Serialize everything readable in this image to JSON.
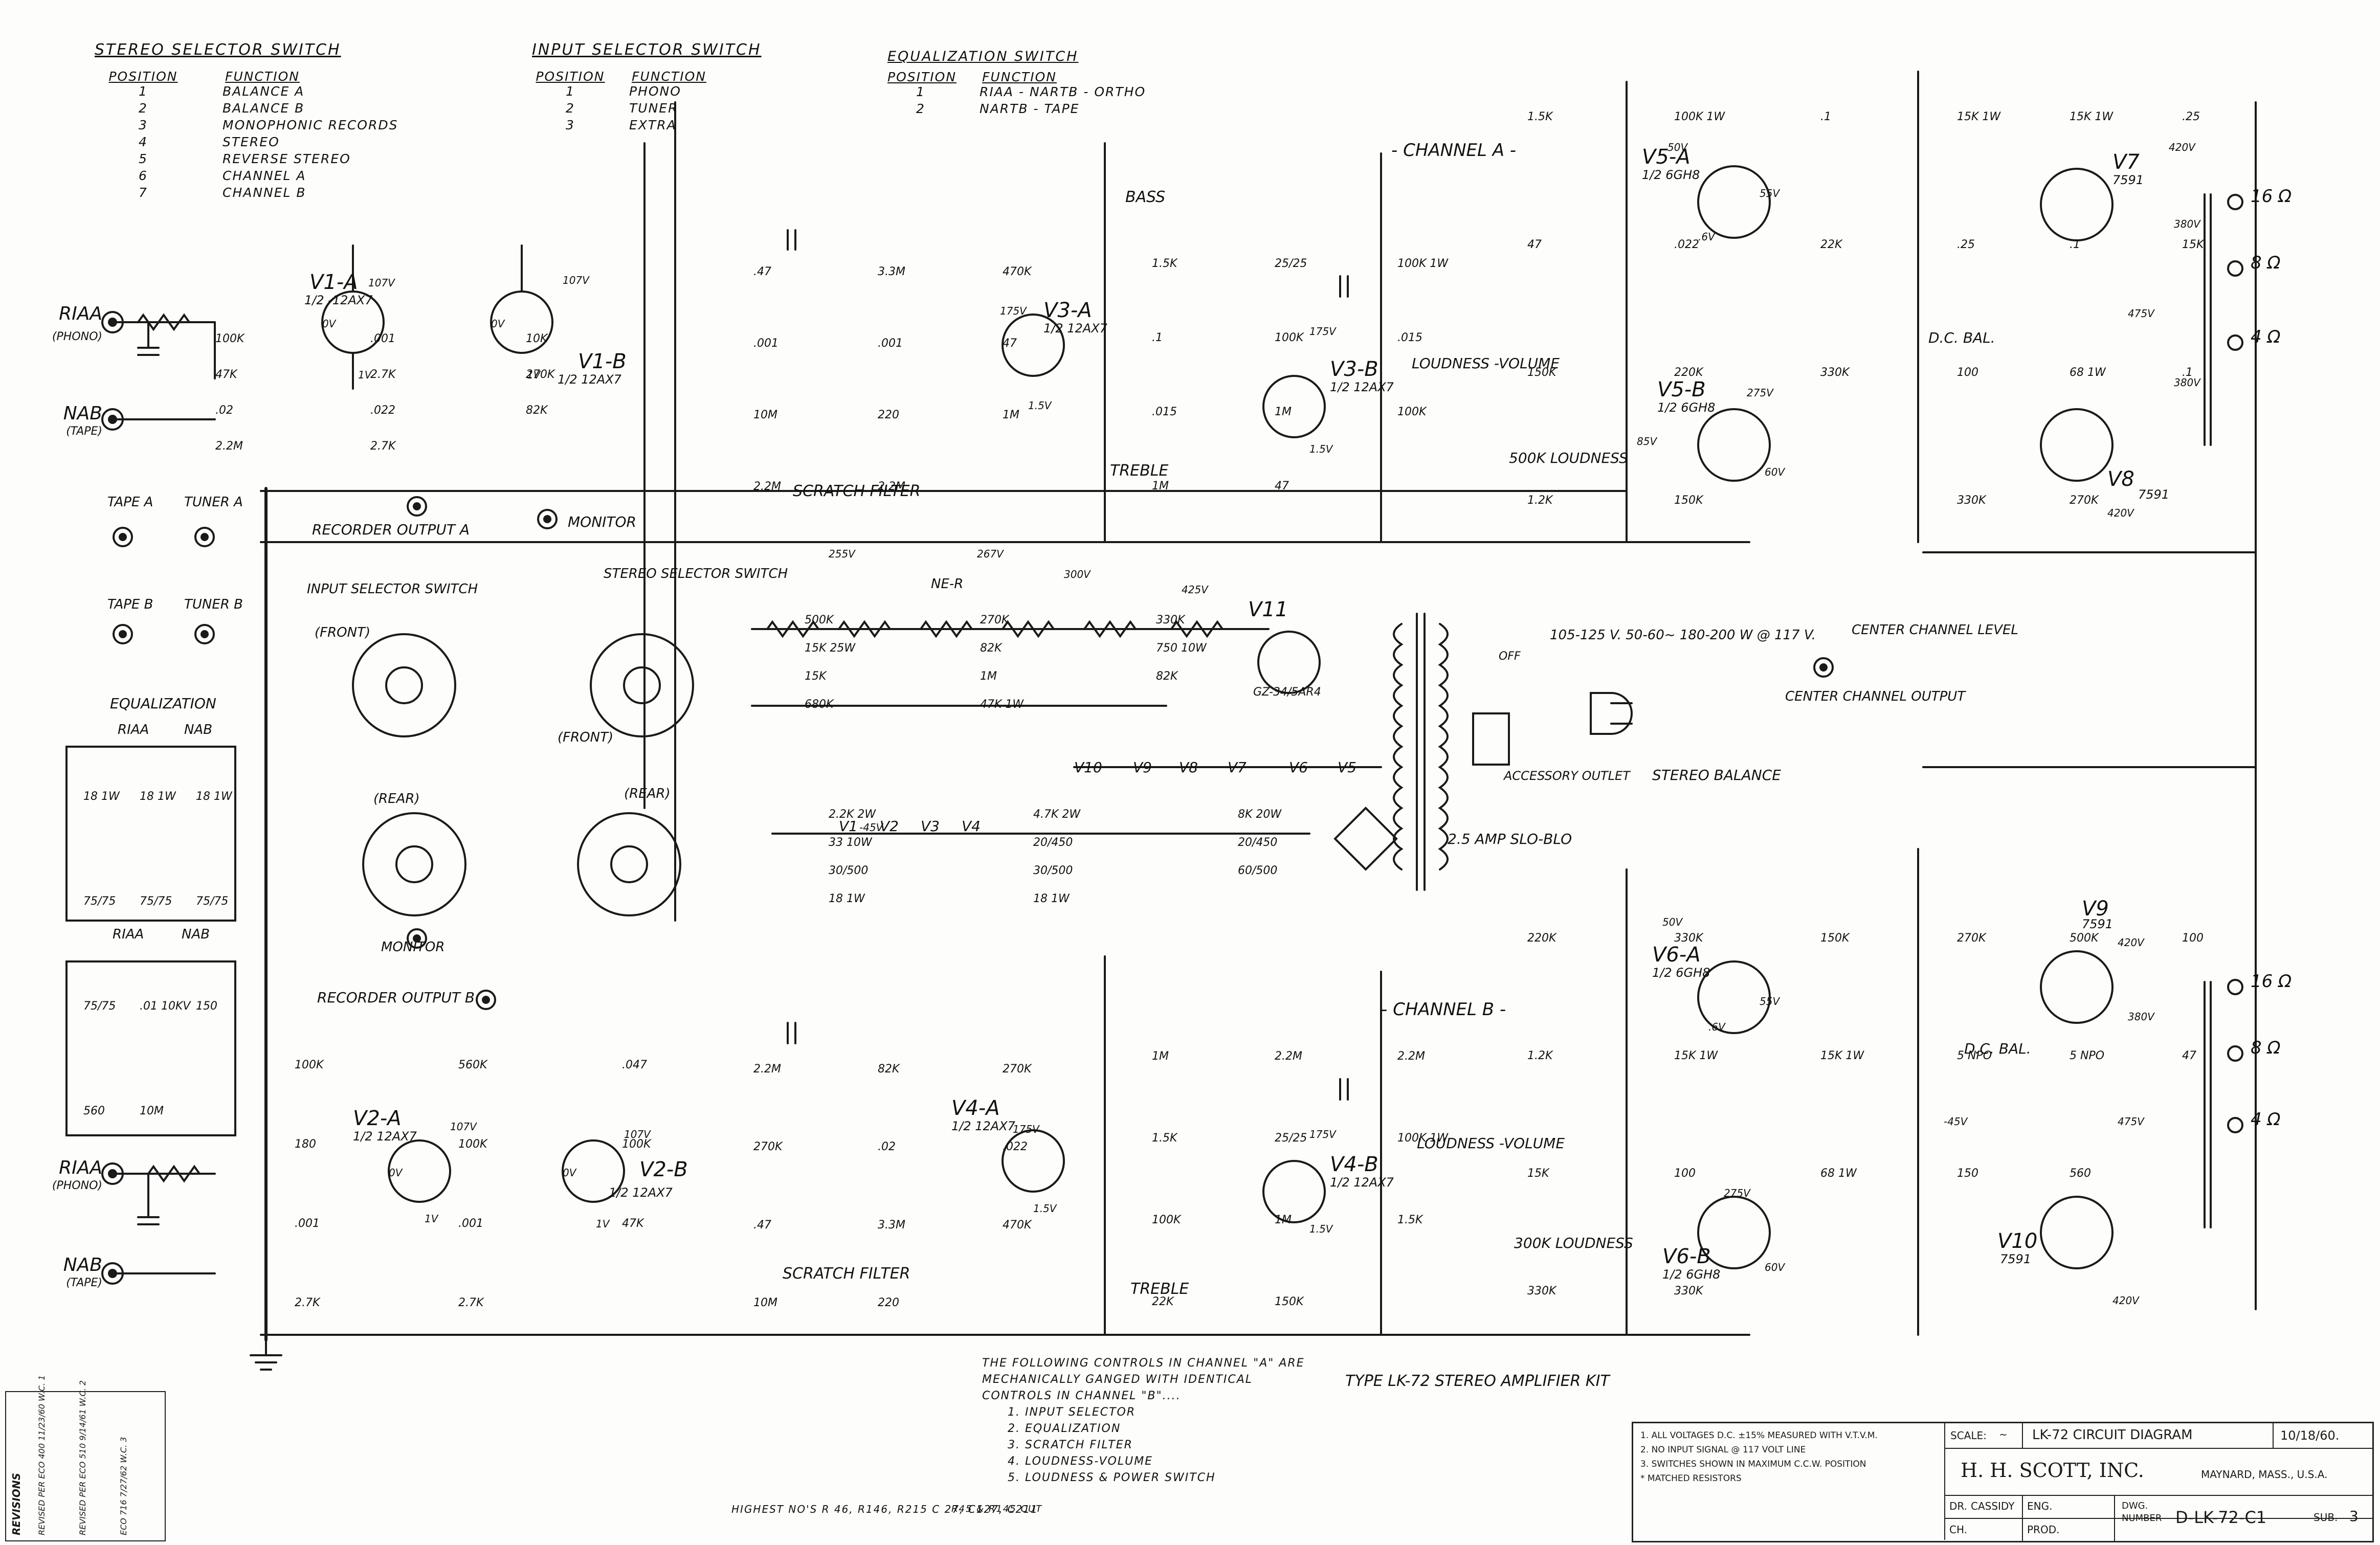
{
  "stereo_selector_table": {
    "title": "STEREO SELECTOR SWITCH",
    "col_position": "POSITION",
    "col_function": "FUNCTION",
    "rows": [
      {
        "pos": "1",
        "fn": "BALANCE A"
      },
      {
        "pos": "2",
        "fn": "BALANCE B"
      },
      {
        "pos": "3",
        "fn": "MONOPHONIC RECORDS"
      },
      {
        "pos": "4",
        "fn": "STEREO"
      },
      {
        "pos": "5",
        "fn": "REVERSE STEREO"
      },
      {
        "pos": "6",
        "fn": "CHANNEL A"
      },
      {
        "pos": "7",
        "fn": "CHANNEL B"
      }
    ]
  },
  "input_selector_table": {
    "title": "INPUT SELECTOR SWITCH",
    "col_position": "POSITION",
    "col_function": "FUNCTION",
    "rows": [
      {
        "pos": "1",
        "fn": "PHONO"
      },
      {
        "pos": "2",
        "fn": "TUNER"
      },
      {
        "pos": "3",
        "fn": "EXTRA"
      }
    ]
  },
  "equalization_table": {
    "title": "EQUALIZATION SWITCH",
    "col_position": "POSITION",
    "col_function": "FUNCTION",
    "rows": [
      {
        "pos": "1",
        "fn": "RIAA - NARTB - ORTHO"
      },
      {
        "pos": "2",
        "fn": "NARTB - TAPE"
      }
    ]
  },
  "labels": {
    "channel_a": "- CHANNEL A -",
    "channel_b": "- CHANNEL B -",
    "v1a": "V1-A",
    "v1a_type": "1/2 -12AX7",
    "v1b": "V1-B",
    "v1b_type": "1/2 12AX7",
    "v2a": "V2-A",
    "v2a_type": "1/2 12AX7",
    "v2b": "V2-B",
    "v2b_type": "1/2 12AX7",
    "v3a": "V3-A",
    "v3a_type": "1/2 12AX7",
    "v3b": "V3-B",
    "v3b_type": "1/2 12AX7",
    "v4a": "V4-A",
    "v4a_type": "1/2 12AX7",
    "v4b": "V4-B",
    "v4b_type": "1/2 12AX7",
    "v5a": "V5-A",
    "v5a_type": "1/2 6GH8",
    "v5b": "V5-B",
    "v5b_type": "1/2 6GH8",
    "v6a": "V6-A",
    "v6a_type": "1/2 6GH8",
    "v6b": "V6-B",
    "v6b_type": "1/2 6GH8",
    "v7": "V7",
    "v7_type": "7591",
    "v8": "V8",
    "v8_type": "7591",
    "v9": "V9",
    "v9_type": "7591",
    "v10": "V10",
    "v10_type": "7591",
    "v11": "V11",
    "v11_type": "GZ-34/5AR4",
    "riaa_phono_a": "RIAA",
    "phono_a": "(PHONO)",
    "nab_tape_a": "NAB",
    "tape_a": "(TAPE)",
    "riaa_phono_b": "RIAA",
    "phono_b": "(PHONO)",
    "nab_tape_b": "NAB",
    "tape_b": "(TAPE)",
    "tape_in_a": "TAPE A",
    "tuner_in_a": "TUNER A",
    "tape_in_b": "TAPE B",
    "tuner_in_b": "TUNER B",
    "recorder_out_a": "RECORDER OUTPUT A",
    "recorder_out_b": "RECORDER OUTPUT B",
    "monitor": "MONITOR",
    "monitor2": "MONITOR",
    "input_selector_sw": "INPUT SELECTOR SWITCH",
    "front": "(FRONT)",
    "rear": "(REAR)",
    "front2": "(FRONT)",
    "rear2": "(REAR)",
    "stereo_selector_sw": "STEREO SELECTOR SWITCH",
    "equalization": "EQUALIZATION",
    "riaa_eq_a": "RIAA",
    "nab_eq_a": "NAB",
    "riaa_eq_b": "RIAA",
    "nab_eq_b": "NAB",
    "scratch_filter_a": "SCRATCH FILTER",
    "scratch_filter_b": "SCRATCH FILTER",
    "bass": "BASS",
    "treble_a": "TREBLE",
    "treble_b": "TREBLE",
    "loudness_volume_a": "LOUDNESS -VOLUME",
    "loudness_volume_b": "LOUDNESS -VOLUME",
    "loudness_a": "500K LOUDNESS",
    "loudness_b": "300K LOUDNESS",
    "dc_bal_a": "D.C. BAL.",
    "dc_bal_b": "D.C. BAL.",
    "center_channel_level": "CENTER CHANNEL LEVEL",
    "center_channel_output": "CENTER CHANNEL OUTPUT",
    "stereo_balance": "STEREO BALANCE",
    "accessory_outlet": "ACCESSORY OUTLET",
    "fuse": "2.5 AMP SLO-BLO",
    "line_spec": "105-125 V. 50-60~ 180-200 W @ 117 V.",
    "off": "OFF",
    "ne_r": "NE-R",
    "spk_16": "16 Ω",
    "spk_8": "8 Ω",
    "spk_4": "4 Ω",
    "spk_16b": "16 Ω",
    "spk_8b": "8 Ω",
    "spk_4b": "4 Ω",
    "amp_kit": "TYPE LK-72 STEREO AMPLIFIER KIT"
  },
  "heater_chain": [
    "V10",
    "V9",
    "V8",
    "V7",
    "V6",
    "V5",
    "V1",
    "V2",
    "V3",
    "V4"
  ],
  "voltages": [
    "107V",
    "107V",
    "107V",
    "107V",
    "175V",
    "175V",
    "175V",
    "175V",
    "255V",
    "267V",
    "300V",
    "425V",
    "420V",
    "380V",
    "475V",
    "380V",
    "420V",
    "420V",
    "380V",
    "475V",
    "420V",
    "85V",
    "50V",
    "55V",
    "50V",
    "55V",
    "60V",
    "60V",
    "275V",
    "275V",
    "-45V",
    "-45V",
    "1.5V",
    "1.5V",
    "1.5V",
    "1.5V",
    "1V",
    "1V",
    "1V",
    "1V",
    "0V",
    "0V",
    "0V",
    "0V",
    ".6V",
    ".6V"
  ],
  "component_values": [
    "100K",
    ".001",
    "10K",
    "47K",
    "2.7K",
    "270K",
    ".02",
    ".022",
    "82K",
    "2.2M",
    "2.7K",
    ".47",
    "3.3M",
    "470K",
    ".001",
    ".001",
    "47",
    "10M",
    "220",
    "1M",
    "2.2M",
    "2.2M",
    "1.5K",
    "25/25",
    "100K 1W",
    ".1",
    "100K",
    ".015",
    ".015",
    "1M",
    "100K",
    "1M",
    "47",
    "1.5K",
    "100K 1W",
    ".1",
    "47",
    ".022",
    "22K",
    "150K",
    "220K",
    "330K",
    "1.2K",
    "150K",
    "15K 1W",
    "15K 1W",
    ".25",
    ".25",
    ".1",
    "15K",
    "100",
    "68 1W",
    ".1",
    "330K",
    "270K",
    "500K",
    "270K",
    "330K",
    "15K 25W",
    "82K",
    "750 10W",
    "15K",
    "1M",
    "82K",
    "680K",
    "47K 1W",
    "2.2K 2W",
    "4.7K 2W",
    "8K 20W",
    "33 10W",
    "20/450",
    "20/450",
    "30/500",
    "30/500",
    "60/500",
    "18 1W",
    "18 1W",
    "18 1W",
    "18 1W",
    "18 1W",
    "75/75",
    "75/75",
    "75/75",
    "75/75",
    ".01 10KV",
    "150",
    "560",
    "10M",
    "100K",
    "560K",
    ".047",
    "180",
    "100K",
    "100K",
    ".001",
    ".001",
    "47K",
    "2.7K",
    "2.7K",
    "2.2M",
    "82K",
    "270K",
    "270K",
    ".02",
    ".022",
    ".47",
    "3.3M",
    "470K",
    "10M",
    "220",
    "1M",
    "2.2M",
    "2.2M",
    "1.5K",
    "25/25",
    "100K 1W",
    "100K",
    "1M",
    "1.5K",
    "22K",
    "150K",
    "220K",
    "330K",
    "150K",
    "1.2K",
    "15K 1W",
    "15K 1W",
    "15K",
    "100",
    "68 1W",
    "330K",
    "330K",
    "270K",
    "500K",
    "100",
    "5 NPO",
    "5 NPO",
    "47",
    "150",
    "560"
  ],
  "notes_controls": {
    "intro": "THE FOLLOWING CONTROLS IN CHANNEL \"A\" ARE MECHANICALLY GANGED WITH IDENTICAL CONTROLS IN CHANNEL \"B\"....",
    "items": [
      "1. INPUT SELECTOR",
      "2. EQUALIZATION",
      "3. SCRATCH FILTER",
      "4. LOUDNESS-VOLUME",
      "5. LOUDNESS & POWER SWITCH"
    ]
  },
  "highest_note": "HIGHEST NO'S R 46, R146, R215 C 27, C127, C211",
  "cut_note": "R45 & R145 CUT",
  "title_block": {
    "notes": [
      "1. ALL VOLTAGES D.C. ±15% MEASURED WITH V.T.V.M.",
      "2. NO INPUT SIGNAL @ 117 VOLT LINE",
      "3. SWITCHES SHOWN IN MAXIMUM C.C.W. POSITION",
      "* MATCHED RESISTORS"
    ],
    "scale_label": "SCALE:",
    "scale_value": "~",
    "title": "LK-72 CIRCUIT DIAGRAM",
    "date": "10/18/60.",
    "company": "H. H. SCOTT, INC.",
    "location": "MAYNARD, MASS., U.S.A.",
    "dr_label": "DR.",
    "dr_value": "CASSIDY",
    "eng_label": "ENG.",
    "ch_label": "CH.",
    "prod_label": "PROD.",
    "dwg_label": "DWG. NUMBER",
    "dwg_value": "D-LK-72-C1",
    "sub_label": "SUB.",
    "sub_value": "3"
  },
  "revisions": {
    "title": "REVISIONS",
    "entries": [
      "REVISED PER ECO 400 11/23/60 W.C. 1",
      "REVISED PER ECO 510 9/14/61 W.C. 2",
      "ECO 716 7/27/62 W.C. 3"
    ]
  }
}
